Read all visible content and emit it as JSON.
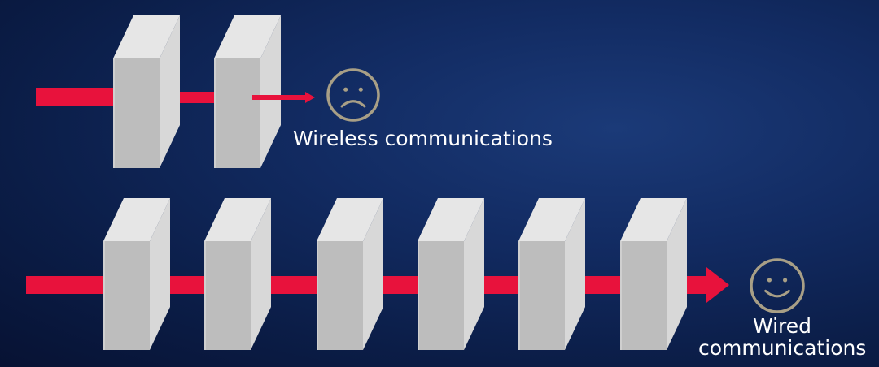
{
  "diagram": {
    "wireless": {
      "label": "Wireless communications",
      "face": "sad-face-icon",
      "wall_count": 2
    },
    "wired": {
      "label_line1": "Wired",
      "label_line2": "communications",
      "face": "smiley-face-icon",
      "wall_count": 6
    },
    "colors": {
      "signal": "#e8123c",
      "wall_front": "#bdbdbd",
      "wall_side": "#d8d8d8",
      "wall_top": "#e6e6e6",
      "face": "#a89f86"
    }
  }
}
